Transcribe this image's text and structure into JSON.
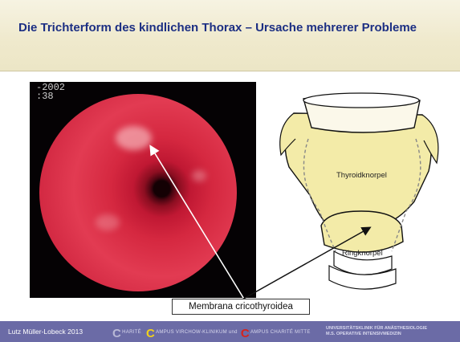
{
  "slide": {
    "title": "Die Trichterform des kindlichen Thorax – Ursache mehrerer Probleme"
  },
  "photo": {
    "osd_line1": "-2002",
    "osd_line2": ":38"
  },
  "diagram": {
    "label_thyroid": "Thyroidknorpel",
    "label_ring": "Ringknorpel"
  },
  "callout": {
    "text": "Membrana cricothyroidea"
  },
  "footer": {
    "author": "Lutz Müller-Lobeck 2013",
    "c1_letter": "C",
    "c1_text": "HARITÉ",
    "c2_letter": "C",
    "c2_text": "AMPUS VIRCHOW-KLINIKUM und",
    "c3_letter": "C",
    "c3_text": "AMPUS CHARITÉ MITTE",
    "uni_line1": "UNIVERSITÄTSKLINIK FÜR ANÄSTHESIOLOGIE",
    "uni_line2": "M.S. OPERATIVE INTENSIVMEDIZIN"
  },
  "colors": {
    "title": "#1c2f83",
    "footer_bg": "#6b6ba6",
    "thyroid_fill": "#f3eba8",
    "ring_fill": "#f3eba8"
  }
}
